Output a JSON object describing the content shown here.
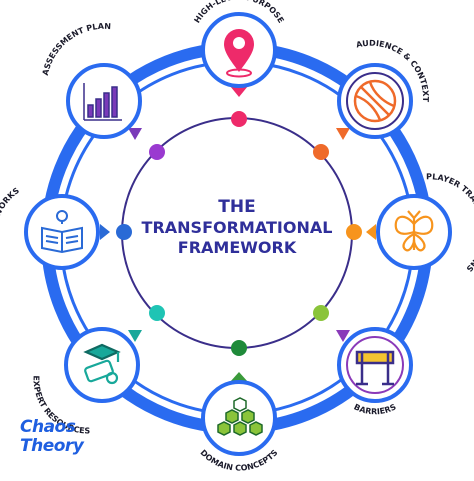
{
  "title": {
    "line1": "THE",
    "line2": "TRANSFORMATIONAL",
    "line3": "FRAMEWORK"
  },
  "nodes": [
    {
      "id": "purpose",
      "label": "HIGH-LEVEL PURPOSE",
      "icon": "map-pin-icon",
      "color": "#ee2a6a"
    },
    {
      "id": "audience",
      "label": "AUDIENCE & CONTEXT",
      "icon": "globe-icon",
      "color": "#ef6a2a"
    },
    {
      "id": "player",
      "label": "PLAYER TRANSFORMATIONS",
      "icon": "butterfly-icon",
      "color": "#f7941d"
    },
    {
      "id": "barriers",
      "label": "BARRIERS",
      "icon": "barrier-icon",
      "color": "#8a3ab9"
    },
    {
      "id": "domain",
      "label": "DOMAIN CONCEPTS",
      "icon": "hexagon-icon",
      "color": "#3a9a3a"
    },
    {
      "id": "resources",
      "label": "EXPERT RESOURCES",
      "icon": "diploma-icon",
      "color": "#18a89a"
    },
    {
      "id": "prior",
      "label": "PRIOR WORKS",
      "icon": "book-icon",
      "color": "#2a6ad6"
    },
    {
      "id": "assessment",
      "label": "ASSESSMENT PLAN",
      "icon": "bar-chart-icon",
      "color": "#7a3ab9"
    }
  ],
  "logo": {
    "line1": "Chaos",
    "line2": "Theory"
  },
  "colors": {
    "ring": "#2a6bf0",
    "ring_light": "#7aa8ff",
    "inner_ring": "#3a2e8a",
    "title": "#2f2f9a"
  }
}
